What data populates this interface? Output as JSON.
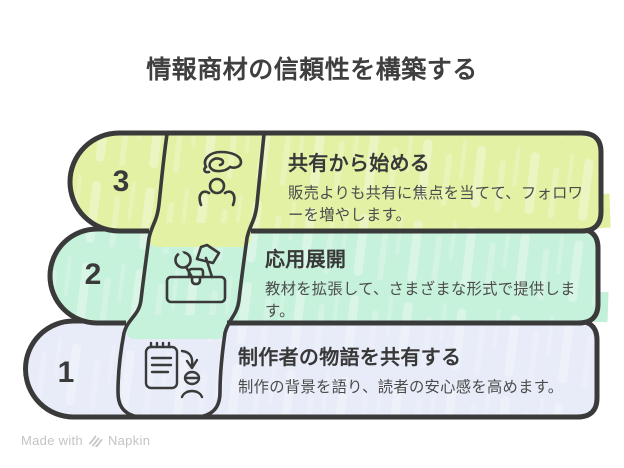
{
  "title": "情報商材の信頼性を構築する",
  "steps": [
    {
      "number": "1",
      "heading": "制作者の物語を共有する",
      "description": "制作の背景を語り、読者の安心感を高めます。",
      "icon": "story-document-icon",
      "fill": "#e8ecf8"
    },
    {
      "number": "2",
      "heading": "応用展開",
      "description": "教材を拡張して、さまざまな形式で提供します。",
      "icon": "toolbox-icon",
      "fill": "#c6f1db"
    },
    {
      "number": "3",
      "heading": "共有から始める",
      "description": "販売よりも共有に焦点を当てて、フォロワーを増やします。",
      "icon": "sharing-hand-icon",
      "fill": "#e2f1a4"
    }
  ],
  "footer": {
    "made_with": "Made with",
    "brand": "Napkin"
  },
  "colors": {
    "outline": "#3a3a3a",
    "step1_fill": "#e8ecf8",
    "step2_fill": "#c6f1db",
    "step3_fill": "#e2f1a4",
    "title_text": "#3f3f3f",
    "body_text": "#4c4c4c",
    "footer_text": "#c4c4c4"
  }
}
